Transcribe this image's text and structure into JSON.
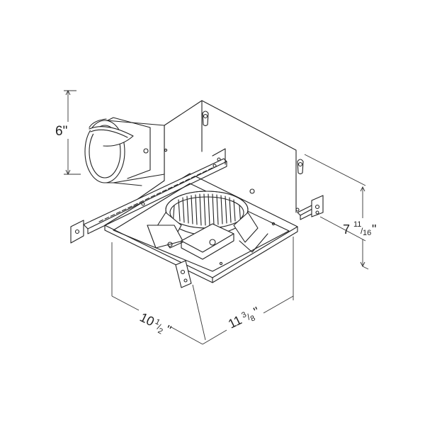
{
  "dimensions": {
    "height": {
      "whole": "6",
      "unit": "\""
    },
    "depth": {
      "whole": "7",
      "num": "11",
      "den": "16",
      "unit": "\""
    },
    "width_front": {
      "whole": "10",
      "num": "1",
      "den": "2",
      "unit": "\""
    },
    "width_side": {
      "whole": "11",
      "num": "3",
      "den": "8",
      "unit": "\""
    }
  },
  "colors": {
    "line": "#222222",
    "background": "#ffffff",
    "dim_line": "#333333"
  }
}
